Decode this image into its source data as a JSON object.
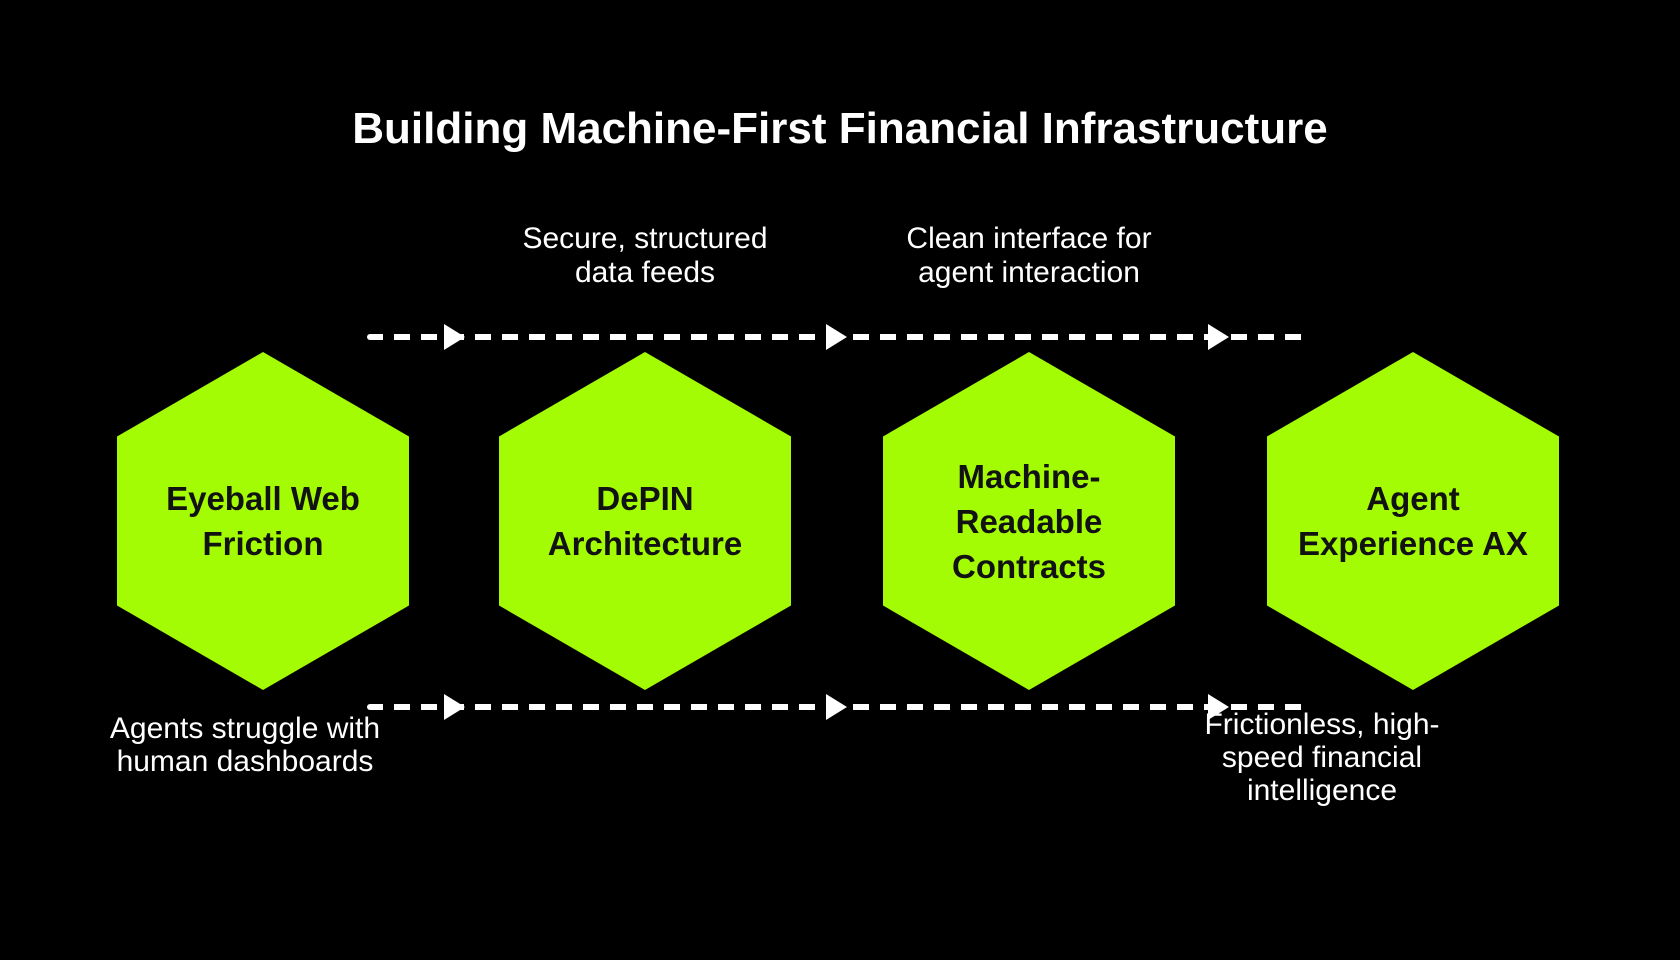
{
  "title": "Building Machine-First Financial Infrastructure",
  "colors": {
    "background": "#000000",
    "hexagon_fill": "#a4fc04",
    "hexagon_text": "#121212",
    "text": "#ffffff"
  },
  "stages": [
    {
      "label": "Eyeball Web\nFriction"
    },
    {
      "label": "DePIN\nArchitecture"
    },
    {
      "label": "Machine-\nReadable\nContracts"
    },
    {
      "label": "Agent\nExperience AX"
    }
  ],
  "connectors": {
    "direction": "right",
    "style": "dashed-arrow",
    "top_labels": [
      {
        "text": "Secure, structured\ndata feeds"
      },
      {
        "text": "Clean interface for\nagent interaction"
      }
    ]
  },
  "captions": [
    {
      "position": "bottom-left",
      "text": "Agents struggle with\nhuman dashboards"
    },
    {
      "position": "bottom-right",
      "text": "Frictionless, high-\nspeed financial\nintelligence"
    }
  ]
}
